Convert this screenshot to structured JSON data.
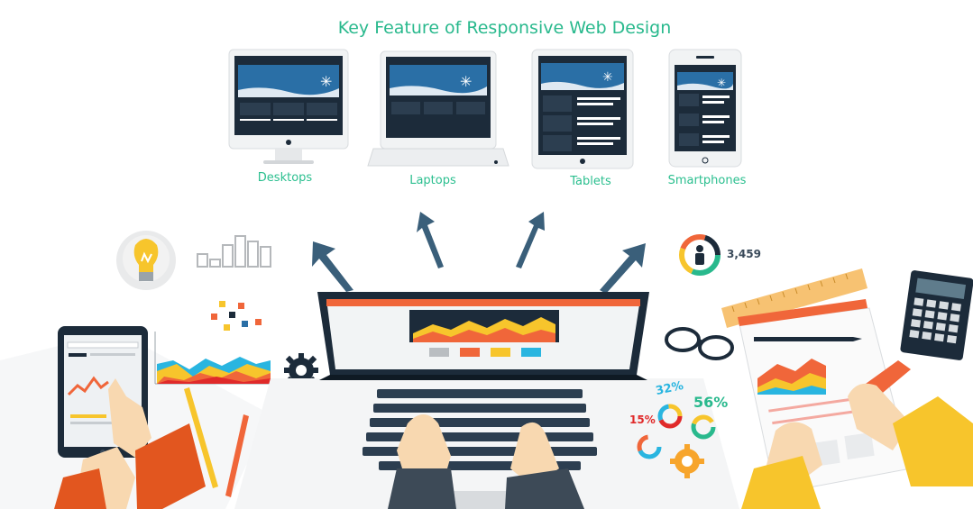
{
  "title": "Key Feature of Responsive Web Design",
  "devices": [
    {
      "label": "Desktops"
    },
    {
      "label": "Laptops"
    },
    {
      "label": "Tablets"
    },
    {
      "label": "Smartphones"
    }
  ],
  "stats": {
    "users_count": "3,459",
    "pct_a": "32%",
    "pct_b": "56%",
    "pct_c": "15%"
  },
  "colors": {
    "accent": "#29b98d",
    "navy": "#1c2b3a",
    "arrow": "#3a5f7a",
    "orange": "#f0663a",
    "yellow": "#f7c52c"
  },
  "icons": [
    "desktop-icon",
    "laptop-icon",
    "tablet-icon",
    "smartphone-icon",
    "lightbulb-icon",
    "bar-chart-icon",
    "gear-icon",
    "calculator-icon",
    "glasses-icon",
    "ruler-icon",
    "pen-icon",
    "person-icon"
  ]
}
